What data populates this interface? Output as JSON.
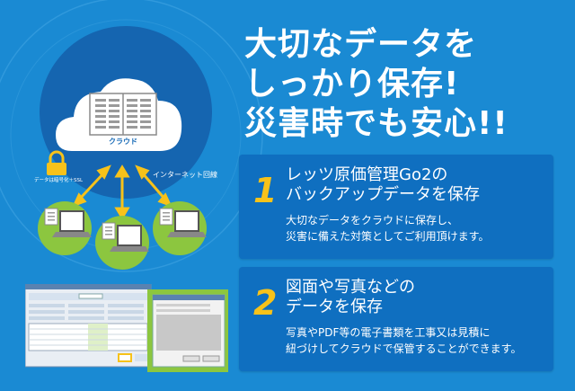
{
  "headline": {
    "line1": "大切なデータを",
    "line2": "しっかり保存!",
    "line3": "災害時でも安心!!"
  },
  "diagram": {
    "cloud_label": "クラウド",
    "encryption_label": "データは暗号化＋SSL",
    "network_label": "インターネット回線"
  },
  "features": [
    {
      "number": "1",
      "title_line1": "レッツ原価管理Go2の",
      "title_line2": "バックアップデータを保存",
      "desc_line1": "大切なデータをクラウドに保存し、",
      "desc_line2": "災害に備えた対策としてご利用頂けます。"
    },
    {
      "number": "2",
      "title_line1": "図面や写真などの",
      "title_line2": "データを保存",
      "desc_line1": "写真やPDF等の電子書類を工事又は見積に",
      "desc_line2": "紐づけしてクラウドで保管することができます。"
    }
  ],
  "colors": {
    "background": "#1a8ad3",
    "card": "#0f6fc0",
    "accent_number": "#f7c21a",
    "cloud_circle": "#1565b0",
    "pc_circle": "#8cc63f"
  },
  "icons": [
    "cloud-icon",
    "lock-icon",
    "computer-icon",
    "document-icon",
    "arrow-icon"
  ]
}
